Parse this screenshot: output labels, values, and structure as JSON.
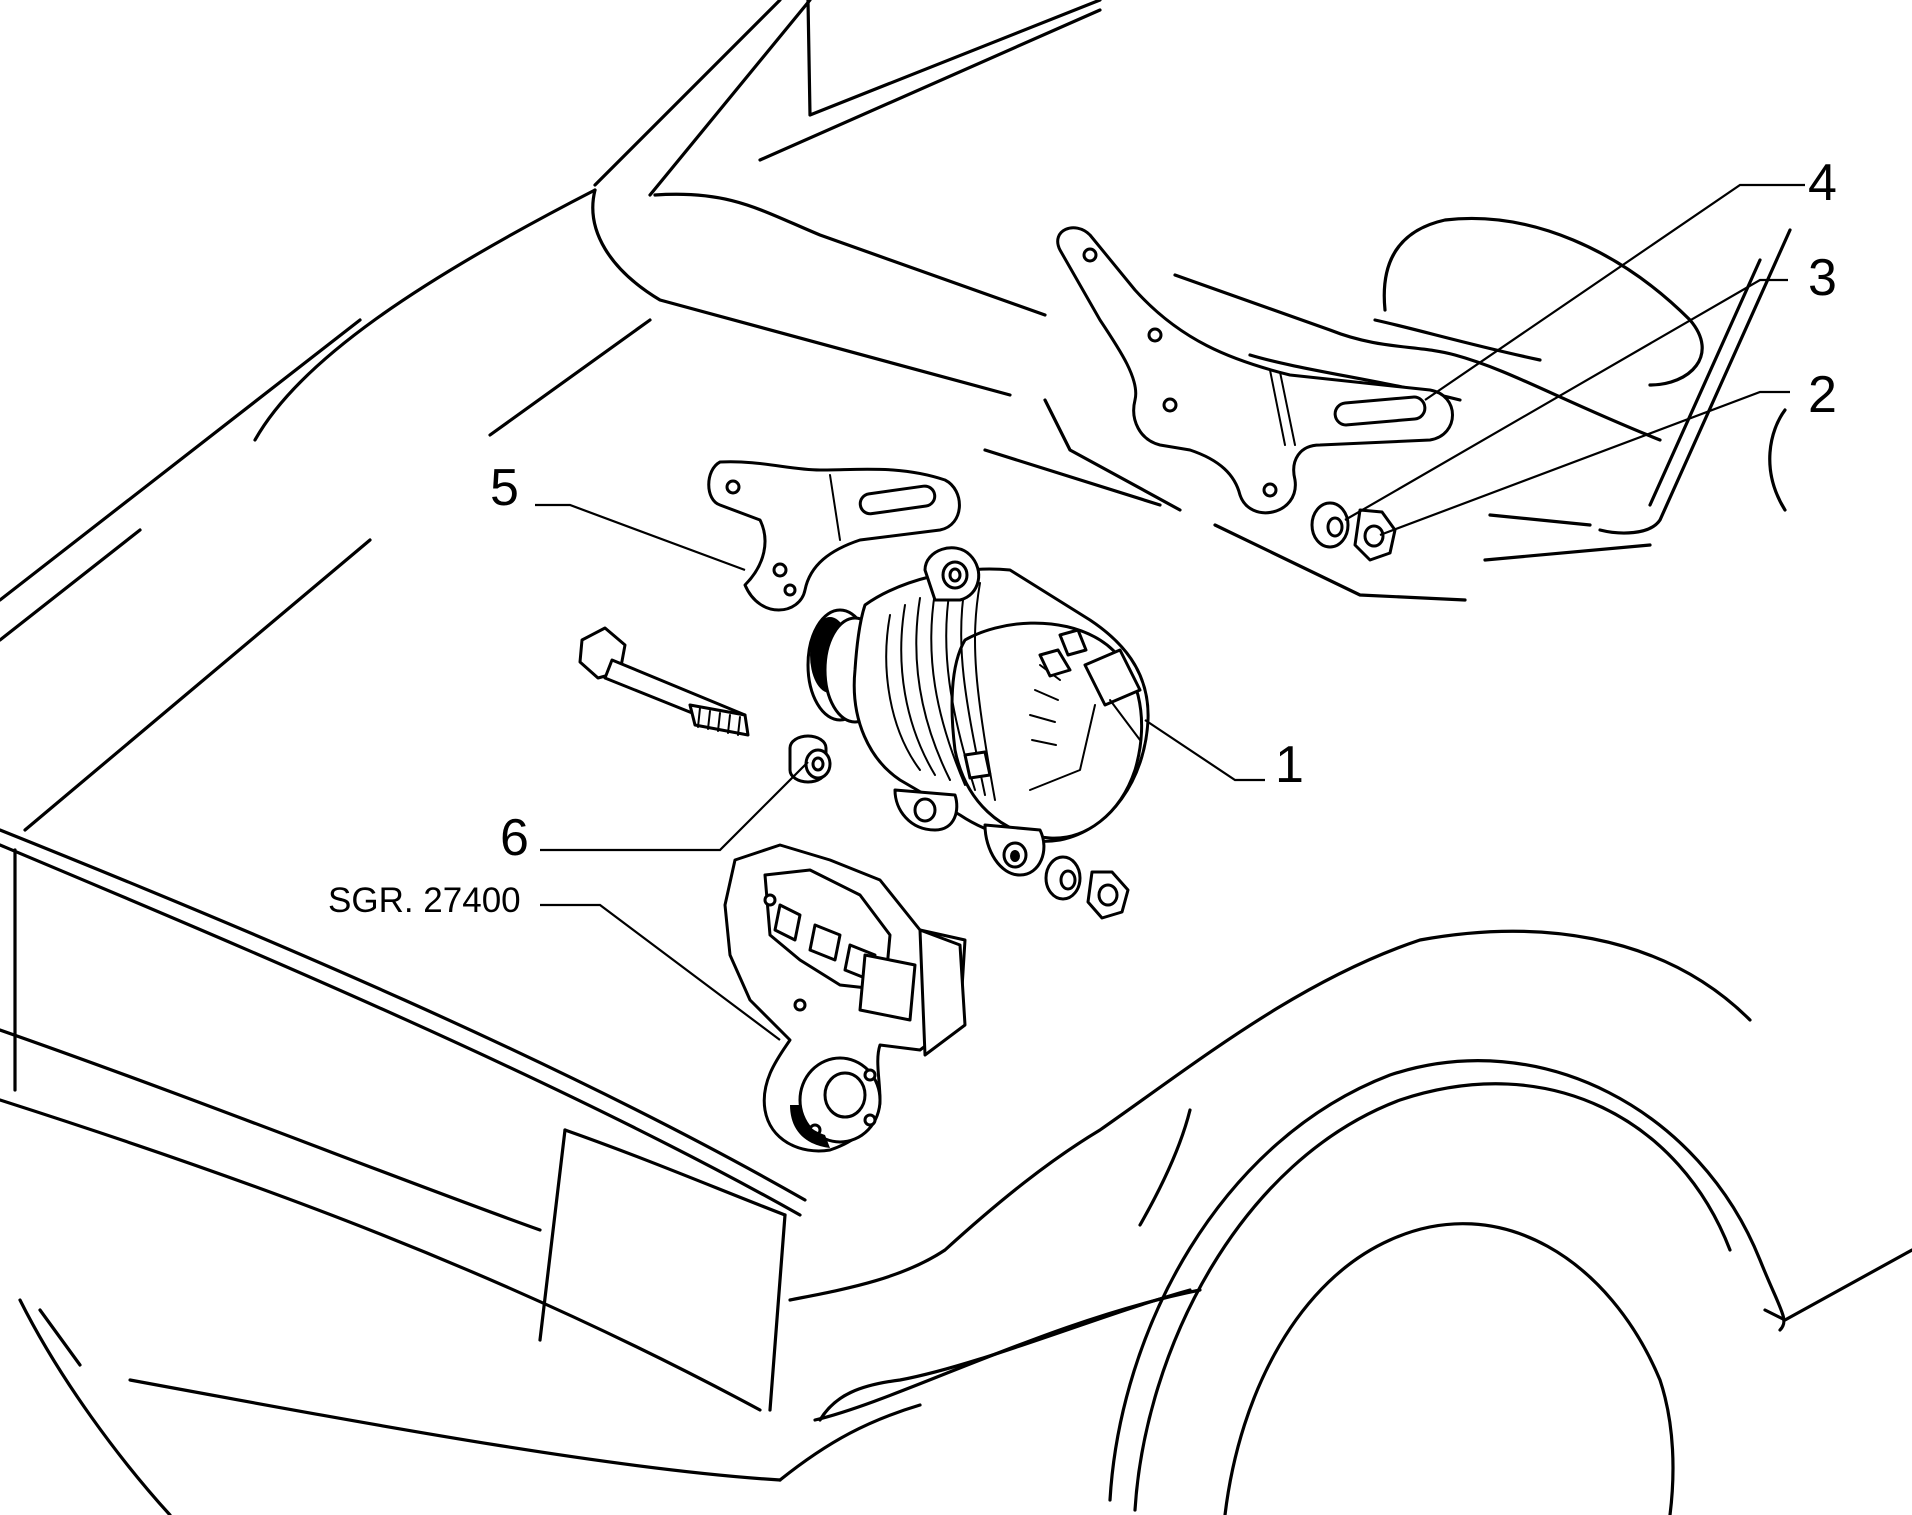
{
  "callouts": {
    "c1": "1",
    "c2": "2",
    "c3": "3",
    "c4": "4",
    "c5": "5",
    "c6": "6"
  },
  "reference": "SGR. 27400",
  "colors": {
    "line": "#000000",
    "background": "#ffffff"
  }
}
